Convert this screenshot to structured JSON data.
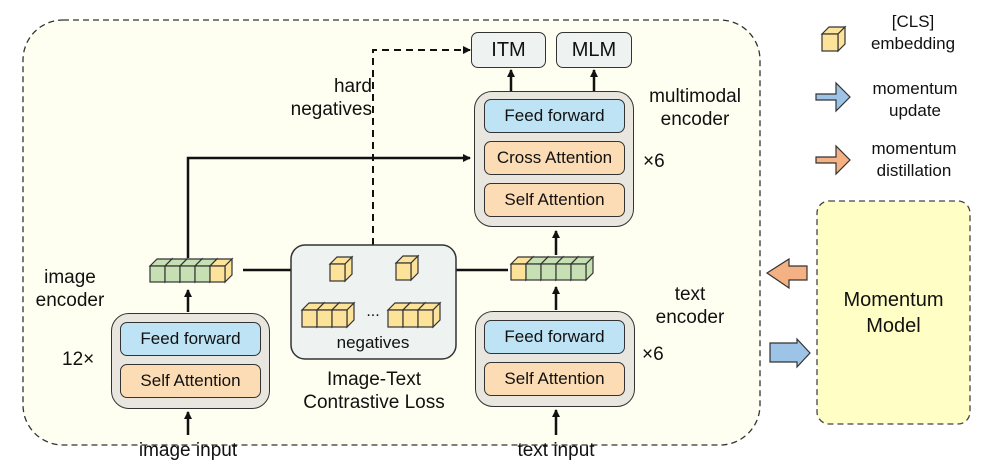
{
  "diagram": {
    "heads": {
      "itm": "ITM",
      "mlm": "MLM"
    },
    "hard_negatives_label": [
      "hard",
      "negatives"
    ],
    "multimodal_encoder": {
      "label": [
        "multimodal",
        "encoder"
      ],
      "layers": [
        "Feed forward",
        "Cross Attention",
        "Self Attention"
      ],
      "repeat": "×6"
    },
    "image_encoder": {
      "label": [
        "image",
        "encoder"
      ],
      "layers": [
        "Feed forward",
        "Self Attention"
      ],
      "repeat": "12×",
      "input": "image input"
    },
    "text_encoder": {
      "label": [
        "text",
        "encoder"
      ],
      "layers": [
        "Feed forward",
        "Self Attention"
      ],
      "repeat": "×6",
      "input": "text input"
    },
    "contrastive": {
      "inner_label": "negatives",
      "ellipsis": "...",
      "caption": [
        "Image-Text",
        "Contrastive Loss"
      ]
    },
    "momentum_model": [
      "Momentum",
      "Model"
    ],
    "legend": [
      {
        "icon": "cls-cube-icon",
        "label": [
          "[CLS]",
          "embedding"
        ]
      },
      {
        "icon": "momentum-update-arrow-icon",
        "label": [
          "momentum",
          "update"
        ]
      },
      {
        "icon": "momentum-distillation-arrow-icon",
        "label": [
          "momentum",
          "distillation"
        ]
      }
    ],
    "colors": {
      "main_bg": "#fefff0",
      "momentum_bg": "#fffec4",
      "feed_forward": "#bde3f4",
      "attention": "#fbdcb4",
      "stack_bg": "#e8e6df",
      "cls_cube": "#fde39a",
      "token_cube": "#c6e0b4",
      "update_arrow": "#9dc3e6",
      "distill_arrow": "#f4b183"
    }
  }
}
